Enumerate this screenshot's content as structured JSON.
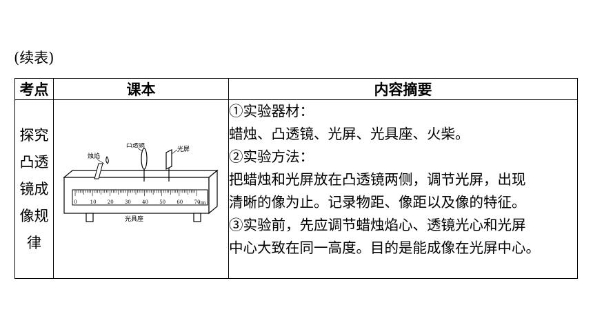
{
  "caption": "(续表)",
  "table": {
    "headers": [
      "考点",
      "课本",
      "内容摘要"
    ],
    "topic_chars": [
      "探究",
      "凸透",
      "镜成",
      "像规",
      "律"
    ],
    "figure": {
      "labels": {
        "candle": "烛焰",
        "lens": "凸透镜",
        "screen": "光屏",
        "bench": "光具座"
      },
      "scale_numbers": [
        "0",
        "10",
        "20",
        "30",
        "40",
        "50",
        "60",
        "70"
      ],
      "unit": "cm"
    },
    "summary_lines": [
      "①实验器材：",
      "蜡烛、凸透镜、光屏、光具座、火柴。",
      "②实验方法：",
      "把蜡烛和光屏放在凸透镜两侧，调节光屏，出现",
      "清晰的像为止。记录物距、像距以及像的特征。",
      "③实验前，先应调节蜡烛焰心、透镜光心和光屏",
      "中心大致在同一高度。目的是能成像在光屏中心。"
    ]
  }
}
